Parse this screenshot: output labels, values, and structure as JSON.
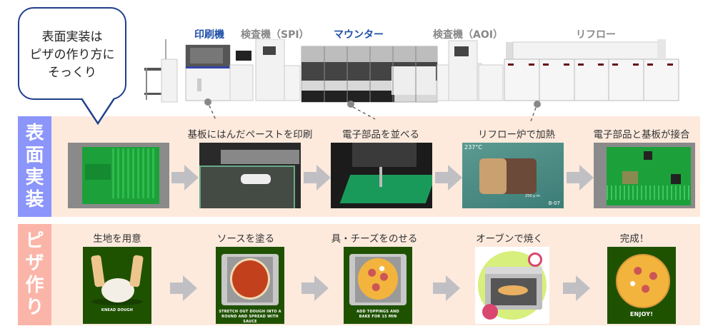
{
  "bubble": {
    "lines": [
      "表面実装は",
      "ピザの作り方に",
      "そっくり"
    ]
  },
  "machines": [
    {
      "label": "印刷機",
      "highlight": true
    },
    {
      "label": "検査機（SPI）",
      "highlight": false
    },
    {
      "label": "マウンター",
      "highlight": true
    },
    {
      "label": "検査機（AOI）",
      "highlight": false
    },
    {
      "label": "リフロー",
      "highlight": false
    }
  ],
  "colors": {
    "accent_blue": "#1e4fa8",
    "band_bg": "#fdeadd",
    "smt_label_bg": "#8b95fa",
    "pizza_label_bg": "#fbb5a8",
    "arrow": "#c0c0c4",
    "pizza_card_bg": "#1f5200"
  },
  "smt": {
    "label": [
      "表",
      "面",
      "実",
      "装"
    ],
    "steps": [
      {
        "caption": "",
        "image": "bare-pcb-photo"
      },
      {
        "caption": "基板にはんだペーストを印刷",
        "image": "solder-paste-printing-photo"
      },
      {
        "caption": "電子部品を並べる",
        "image": "component-placement-photo"
      },
      {
        "caption": "リフロー炉で加熱",
        "image": "reflow-heating-photo",
        "overlay_temp": "237°C",
        "overlay_scale": "250 μ m",
        "overlay_id": "B-07"
      },
      {
        "caption": "電子部品と基板が接合",
        "image": "assembled-pcb-photo"
      }
    ]
  },
  "pizza": {
    "label": [
      "ピ",
      "ザ",
      "作",
      "り"
    ],
    "steps": [
      {
        "caption": "生地を用意",
        "image": "knead-dough-illustration",
        "card_text": "KNEAD DOUGH"
      },
      {
        "caption": "ソースを塗る",
        "image": "spread-sauce-illustration",
        "card_text": "STRETCH OUT DOUGH INTO A ROUND AND SPREAD WITH SAUCE"
      },
      {
        "caption": "具・チーズをのせる",
        "image": "add-toppings-illustration",
        "card_text": "ADD TOPPINGS AND BAKE FOR 15 MIN"
      },
      {
        "caption": "オーブンで焼く",
        "image": "oven-baking-illustration",
        "card_text": ""
      },
      {
        "caption": "完成！",
        "image": "finished-pizza-illustration",
        "card_text": "ENJOY!"
      }
    ]
  }
}
